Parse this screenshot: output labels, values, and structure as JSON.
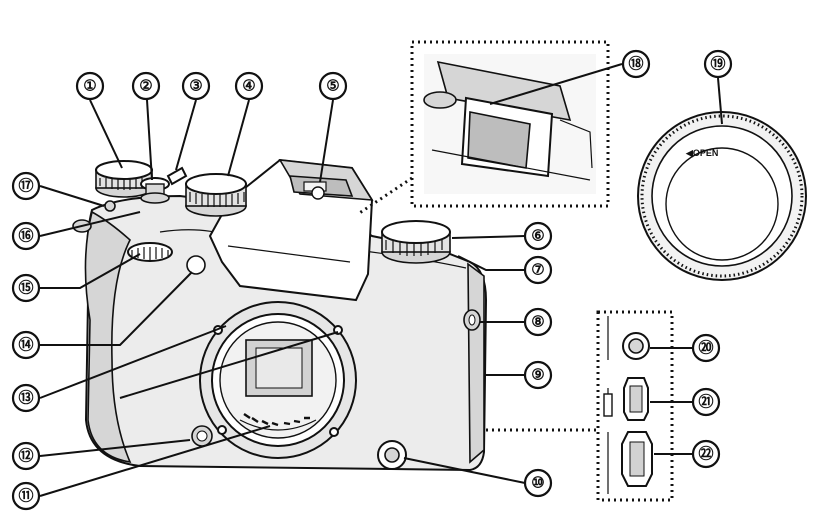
{
  "callouts": [
    {
      "id": "1",
      "label": "①"
    },
    {
      "id": "2",
      "label": "②"
    },
    {
      "id": "3",
      "label": "③"
    },
    {
      "id": "4",
      "label": "④"
    },
    {
      "id": "5",
      "label": "⑤"
    },
    {
      "id": "6",
      "label": "⑥"
    },
    {
      "id": "7",
      "label": "⑦"
    },
    {
      "id": "8",
      "label": "⑧"
    },
    {
      "id": "9",
      "label": "⑨"
    },
    {
      "id": "10",
      "label": "⑩"
    },
    {
      "id": "11",
      "label": "⑪"
    },
    {
      "id": "12",
      "label": "⑫"
    },
    {
      "id": "13",
      "label": "⑬"
    },
    {
      "id": "14",
      "label": "⑭"
    },
    {
      "id": "15",
      "label": "⑮"
    },
    {
      "id": "16",
      "label": "⑯"
    },
    {
      "id": "17",
      "label": "⑰"
    },
    {
      "id": "18",
      "label": "⑱"
    },
    {
      "id": "19",
      "label": "⑲"
    },
    {
      "id": "20",
      "label": "⑳"
    },
    {
      "id": "21",
      "label": "㉑"
    },
    {
      "id": "22",
      "label": "㉒"
    }
  ],
  "body_cap_text": "◀OPEN"
}
